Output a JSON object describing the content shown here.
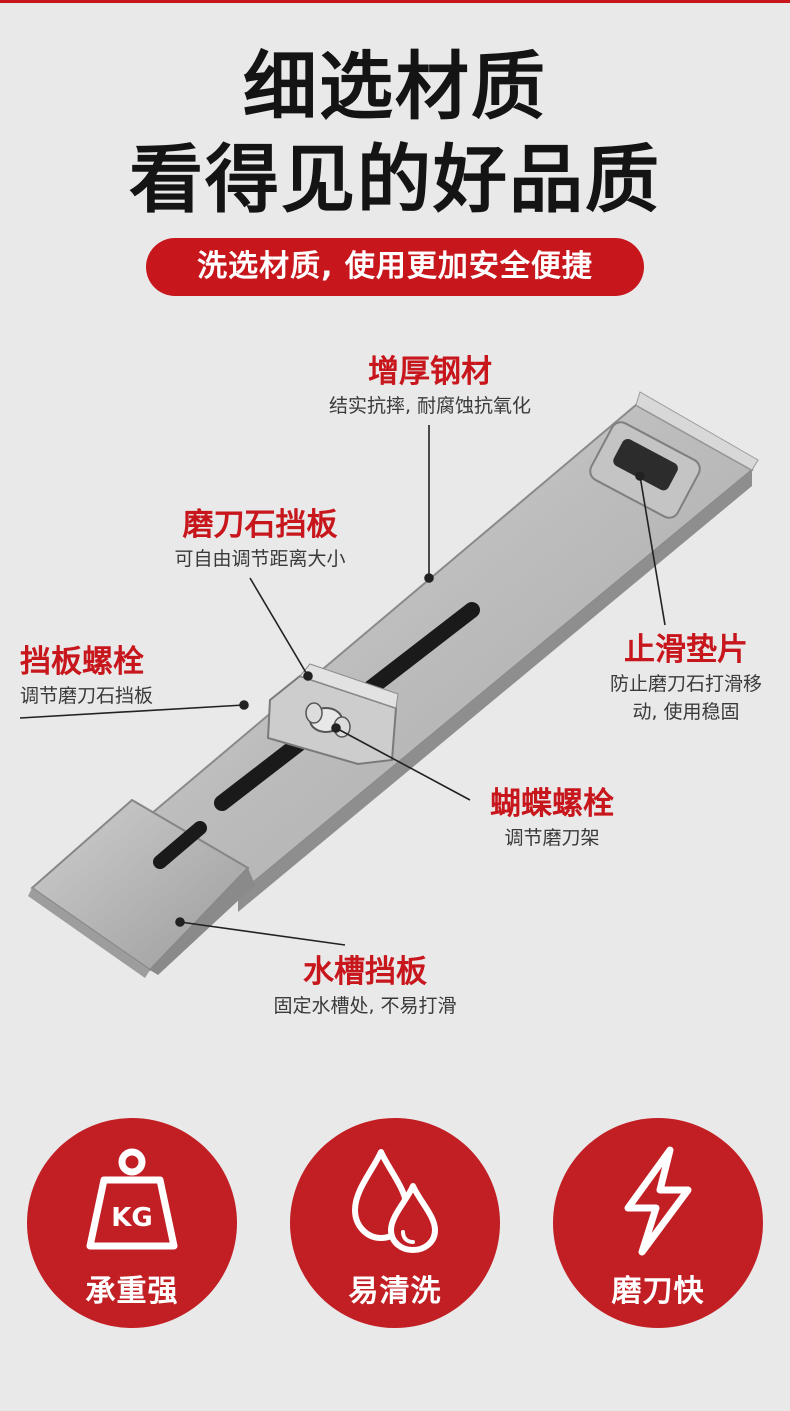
{
  "header": {
    "title_line1": "细选材质",
    "title_line2": "看得见的好品质",
    "subtitle": "洗选材质, 使用更加安全便捷"
  },
  "callouts": {
    "thick_steel": {
      "title": "增厚钢材",
      "desc": "结实抗摔, 耐腐蚀抗氧化"
    },
    "stone_baffle": {
      "title": "磨刀石挡板",
      "desc": "可自由调节距离大小"
    },
    "baffle_bolt": {
      "title": "挡板螺栓",
      "desc": "调节磨刀石挡板"
    },
    "anti_slip": {
      "title": "止滑垫片",
      "desc_line1": "防止磨刀石打滑移",
      "desc_line2": "动, 使用稳固"
    },
    "butterfly_bolt": {
      "title": "蝴蝶螺栓",
      "desc": "调节磨刀架"
    },
    "sink_baffle": {
      "title": "水槽挡板",
      "desc": "固定水槽处, 不易打滑"
    }
  },
  "features": [
    {
      "label": "承重强",
      "icon": "weight-kg-icon",
      "icon_text": "KG"
    },
    {
      "label": "易清洗",
      "icon": "water-drops-icon"
    },
    {
      "label": "磨刀快",
      "icon": "lightning-icon"
    }
  ],
  "colors": {
    "accent": "#c8161d",
    "background": "#e9e9e9",
    "circle": "#c21f25"
  }
}
